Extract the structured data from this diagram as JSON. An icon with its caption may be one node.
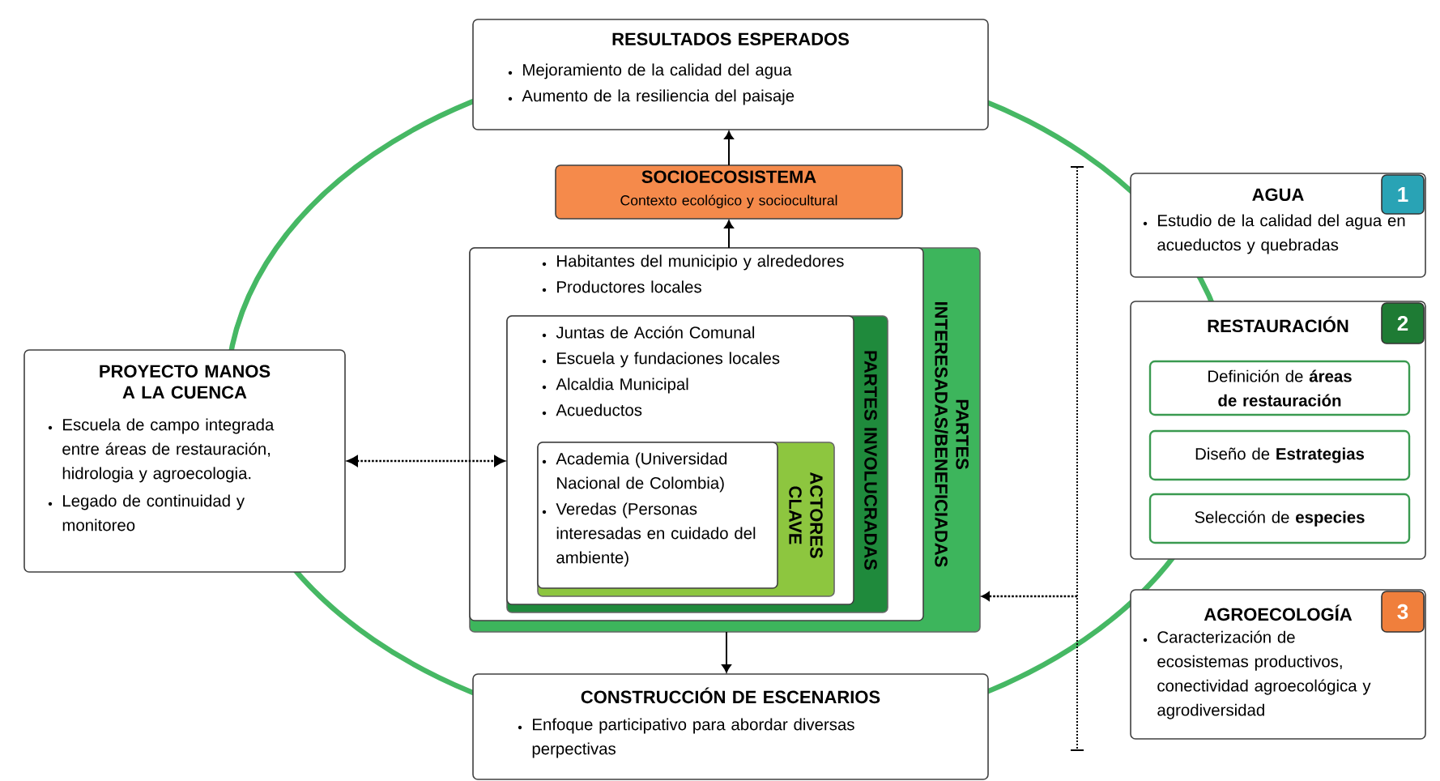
{
  "diagram": {
    "nodes": [
      {
        "text": [
          "RESULTADOS ESPERADOS",
          "Mejoramiento de la calidad del agua",
          "Aumento de la resiliencia del paisaje"
        ]
      },
      {
        "text": [
          "SOCIOECOSISTEMA",
          "Contexto ecológico y sociocultural"
        ]
      },
      {
        "text": [
          "PARTES INTERESADAS/BENEFICIADAS",
          "Habitantes del municipio y alrededores",
          "Productores locales"
        ]
      },
      {
        "text": [
          "PARTES INVOLUCRADAS",
          "Juntas de Acción Comunal",
          "Escuela y fundaciones locales",
          "Alcaldia Municipal",
          "Acueductos"
        ],
        "in": 2
      },
      {
        "text": [
          "ACTORES CLAVE",
          "Academia (Universidad Nacional de Colombia)",
          "Veredas (Personas interesadas en cuidado del ambiente)"
        ],
        "in": 3
      },
      {
        "text": [
          "CONSTRUCCIÓN DE ESCENARIOS",
          "Enfoque participativo para abordar diversas perpectivas"
        ]
      },
      {
        "text": [
          "PROYECTO MANOS A LA CUENCA",
          "Escuela de campo integrada entre áreas de restauración, hidrologia y agroecologia.",
          "Legado de continuidad y monitoreo"
        ]
      },
      {
        "text": [
          "AGUA",
          "Estudio de la calidad del agua en acueductos y quebradas"
        ]
      },
      {
        "text": [
          "1"
        ],
        "in": 7
      },
      {
        "text": [
          "RESTAURACIÓN"
        ]
      },
      {
        "text": [
          "Definición de **áreas de restauración**"
        ],
        "in": 9
      },
      {
        "text": [
          "Diseño de **Estrategias**"
        ],
        "in": 9
      },
      {
        "text": [
          "Selección de **especies**"
        ],
        "in": 9
      },
      {
        "text": [
          "2"
        ],
        "in": 9
      },
      {
        "text": [
          "AGROECOLOGÍA",
          "Caracterización de ecosistemas productivos, conectividad agroecológica y agrodiversidad"
        ]
      },
      {
        "text": [
          "3"
        ],
        "in": 14
      }
    ],
    "edges": [
      {
        "from": 1,
        "to": 0,
        "arrow": "to"
      },
      {
        "from": 2,
        "to": 1,
        "arrow": "to"
      },
      {
        "from": 2,
        "to": 5,
        "arrow": "to"
      },
      {
        "from": 6,
        "to": 3,
        "arrow": "both",
        "style": "dashed"
      },
      {
        "from": null,
        "to": 2,
        "arrow": "to",
        "style": "dashed"
      }
    ]
  }
}
